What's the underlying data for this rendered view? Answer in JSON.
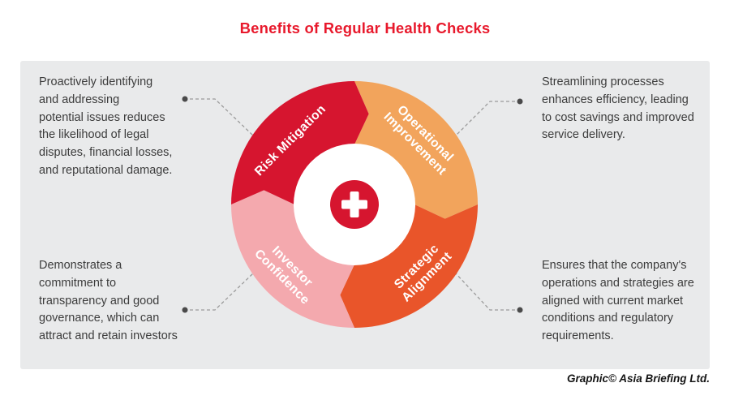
{
  "title": "Benefits of Regular Health Checks",
  "colors": {
    "title": "#e8192c",
    "risk": "#d6152f",
    "operational": "#f2a45c",
    "investor": "#f4a9ae",
    "strategic": "#e9552a",
    "center_badge": "#d6152f",
    "panel_bg": "#e9eaeb"
  },
  "wheel": {
    "center_icon": "health-cross-icon",
    "segments": {
      "risk": {
        "label": "Risk Mitigation"
      },
      "operational": {
        "line1": "Operational",
        "line2": "Improvement"
      },
      "investor": {
        "line1": "Investor",
        "line2": "Confidence"
      },
      "strategic": {
        "line1": "Strategic",
        "line2": "Alignment"
      }
    }
  },
  "annotations": {
    "top_left": "Proactively identifying\nand addressing\npotential issues reduces\nthe likelihood of legal\ndisputes, financial losses,\nand reputational damage.",
    "top_right": "Streamlining processes\nenhances efficiency, leading\nto cost savings and improved\nservice delivery.",
    "bottom_left": "Demonstrates a\ncommitment to\ntransparency and good\ngovernance, which can\nattract and retain investors",
    "bottom_right": "Ensures that the company's\noperations and strategies are\naligned with current market\nconditions and regulatory\nrequirements."
  },
  "credit": "Graphic© Asia Briefing Ltd."
}
